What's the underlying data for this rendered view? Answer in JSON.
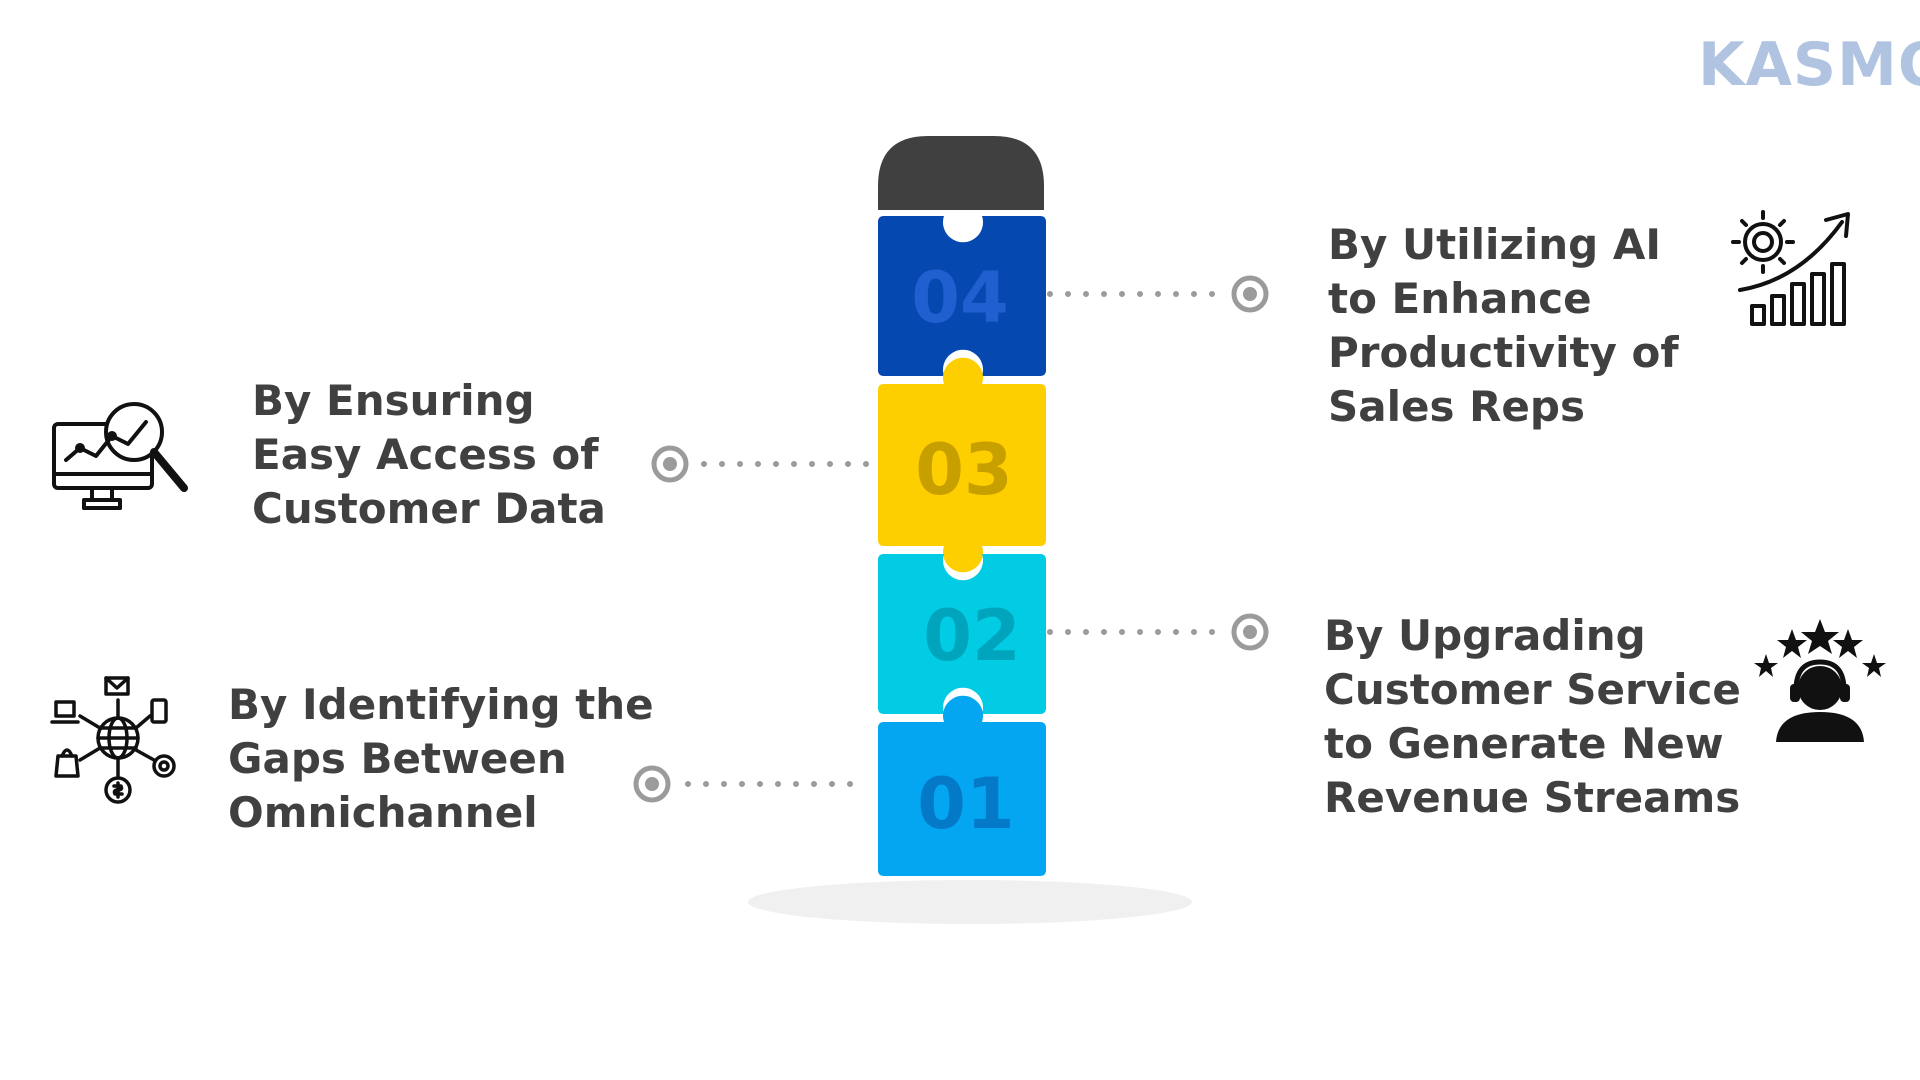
{
  "brand": {
    "logo": "KASMO"
  },
  "palette": {
    "cap": "#404040",
    "piece_04": "#0448b0",
    "piece_03": "#fdcf00",
    "piece_02": "#02cbe4",
    "piece_01": "#04a6f2",
    "num_04": "#1f5fd0",
    "num_03": "#c7a000",
    "num_02": "#00a5bd",
    "num_01": "#0379c7",
    "connector": "#9b9b9b",
    "text": "#404040"
  },
  "steps": [
    {
      "number": "04",
      "icon": "ai-growth-chart-icon",
      "lines": [
        "By Utilizing AI",
        "to Enhance",
        "Productivity of",
        "Sales Reps"
      ]
    },
    {
      "number": "03",
      "icon": "data-analytics-monitor-icon",
      "lines": [
        "By Ensuring",
        "Easy Access of",
        "Customer Data"
      ]
    },
    {
      "number": "02",
      "icon": "customer-service-rating-icon",
      "lines": [
        "By Upgrading",
        "Customer Service",
        "to Generate New",
        "Revenue Streams"
      ]
    },
    {
      "number": "01",
      "icon": "omnichannel-network-icon",
      "lines": [
        "By Identifying the",
        "Gaps Between",
        "Omnichannel"
      ]
    }
  ]
}
